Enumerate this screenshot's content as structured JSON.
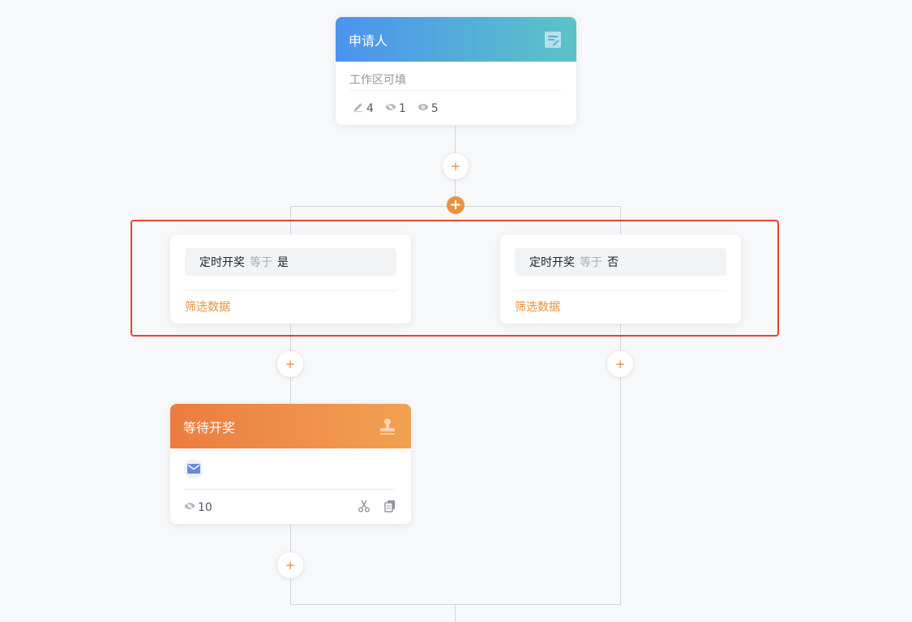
{
  "start_node": {
    "title": "申请人",
    "subtitle": "工作区可填",
    "stats": {
      "edit": "4",
      "hidden": "1",
      "visible": "5"
    }
  },
  "branches": [
    {
      "field": "定时开奖",
      "operator": "等于",
      "value": "是",
      "link": "筛选数据"
    },
    {
      "field": "定时开奖",
      "operator": "等于",
      "value": "否",
      "link": "筛选数据"
    }
  ],
  "approval_node": {
    "title": "等待开奖",
    "hidden_count": "10"
  },
  "add_symbol": "+",
  "colors": {
    "accent": "#ea9240",
    "highlight": "#e6432b",
    "blue_start": "#4b93ee",
    "orange_start": "#ec7c40"
  }
}
